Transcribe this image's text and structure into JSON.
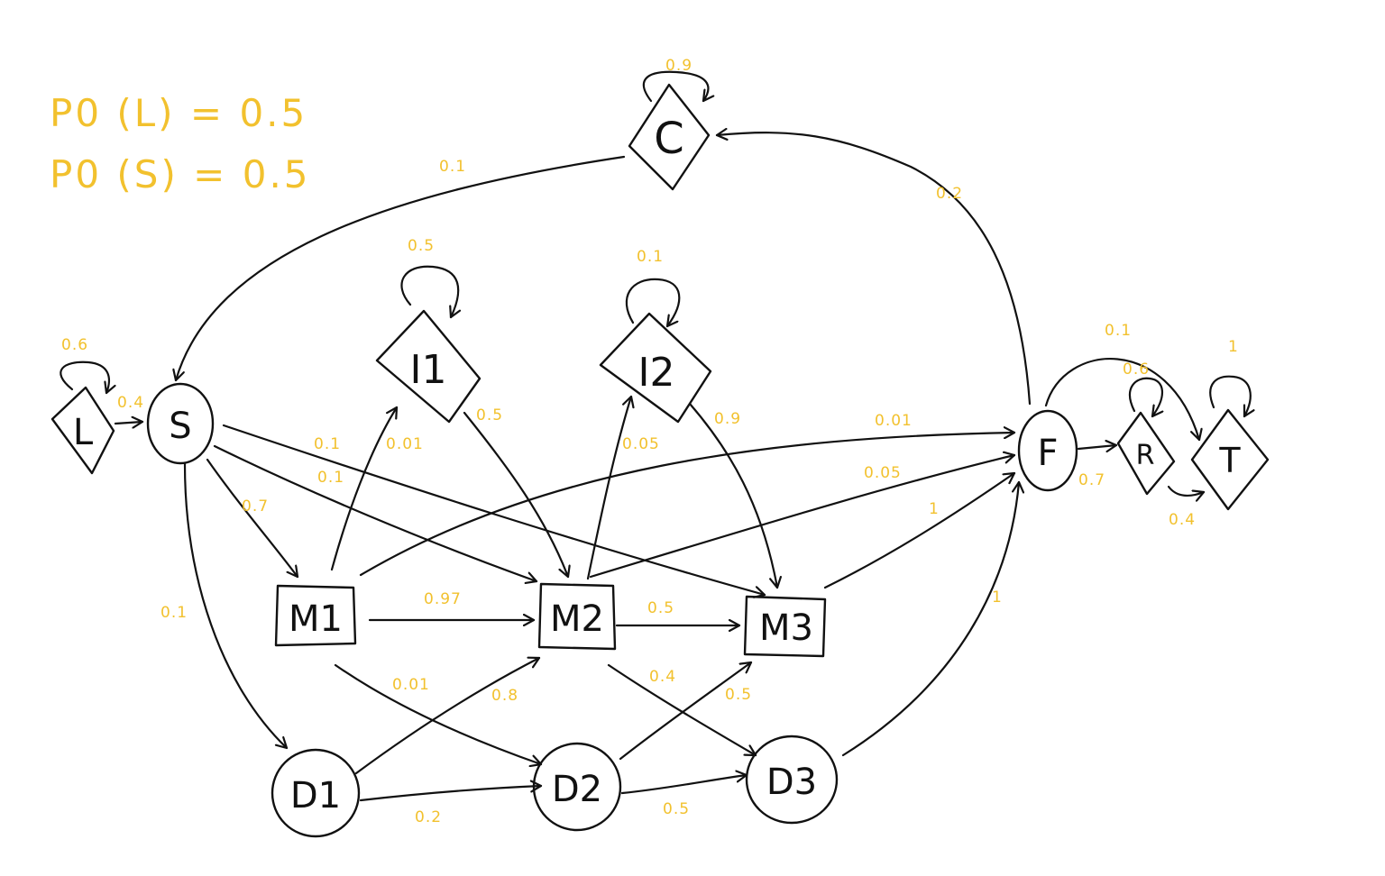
{
  "colors": {
    "ink": "#111111",
    "annotation": "#f2c12e"
  },
  "initial_probs": [
    "P0 (L) = 0.5",
    "P0 (S) = 0.5"
  ],
  "nodes": {
    "L": {
      "label": "L"
    },
    "S": {
      "label": "S"
    },
    "C": {
      "label": "C"
    },
    "I1": {
      "label": "I1"
    },
    "I2": {
      "label": "I2"
    },
    "M1": {
      "label": "M1"
    },
    "M2": {
      "label": "M2"
    },
    "M3": {
      "label": "M3"
    },
    "D1": {
      "label": "D1"
    },
    "D2": {
      "label": "D2"
    },
    "D3": {
      "label": "D3"
    },
    "F": {
      "label": "F"
    },
    "R": {
      "label": "R"
    },
    "T": {
      "label": "T"
    }
  },
  "edges": [
    {
      "id": "C-C",
      "from": "C",
      "to": "C",
      "label": "0.9"
    },
    {
      "id": "C-S",
      "from": "C",
      "to": "S",
      "label": "0.1"
    },
    {
      "id": "F-C",
      "from": "F",
      "to": "C",
      "label": "0.2"
    },
    {
      "id": "L-L",
      "from": "L",
      "to": "L",
      "label": "0.6"
    },
    {
      "id": "L-S",
      "from": "L",
      "to": "S",
      "label": "0.4"
    },
    {
      "id": "I1-I1",
      "from": "I1",
      "to": "I1",
      "label": "0.5"
    },
    {
      "id": "I2-I2",
      "from": "I2",
      "to": "I2",
      "label": "0.1"
    },
    {
      "id": "I1-M2",
      "from": "I1",
      "to": "M2",
      "label": "0.5"
    },
    {
      "id": "I2-M3",
      "from": "I2",
      "to": "M3",
      "label": "0.9"
    },
    {
      "id": "S-M2",
      "from": "S",
      "to": "M2",
      "label": "0.1"
    },
    {
      "id": "S-M3",
      "from": "S",
      "to": "M3",
      "label": "0.1"
    },
    {
      "id": "M1-I1",
      "from": "M1",
      "to": "I1",
      "label": "0.01"
    },
    {
      "id": "M2-I2",
      "from": "M2",
      "to": "I2",
      "label": "0.05"
    },
    {
      "id": "M1-F",
      "from": "M1",
      "to": "F",
      "label": "0.01"
    },
    {
      "id": "M2-F",
      "from": "M2",
      "to": "F",
      "label": "0.05"
    },
    {
      "id": "M3-F",
      "from": "M3",
      "to": "F",
      "label": "1"
    },
    {
      "id": "S-M1",
      "from": "S",
      "to": "M1",
      "label": "0.7"
    },
    {
      "id": "S-D1",
      "from": "S",
      "to": "D1",
      "label": "0.1"
    },
    {
      "id": "M1-M2",
      "from": "M1",
      "to": "M2",
      "label": "0.97"
    },
    {
      "id": "M2-M3",
      "from": "M2",
      "to": "M3",
      "label": "0.5"
    },
    {
      "id": "M1-D2",
      "from": "M1",
      "to": "D2",
      "label": "0.01"
    },
    {
      "id": "D1-M2",
      "from": "D1",
      "to": "M2",
      "label": "0.8"
    },
    {
      "id": "M2-D3",
      "from": "M2",
      "to": "D3",
      "label": "0.4"
    },
    {
      "id": "D2-M3",
      "from": "D2",
      "to": "M3",
      "label": "0.5"
    },
    {
      "id": "D1-D2",
      "from": "D1",
      "to": "D2",
      "label": "0.2"
    },
    {
      "id": "D2-D3",
      "from": "D2",
      "to": "D3",
      "label": "0.5"
    },
    {
      "id": "D3-F",
      "from": "D3",
      "to": "F",
      "label": "1"
    },
    {
      "id": "F-R",
      "from": "F",
      "to": "R",
      "label": "0.7"
    },
    {
      "id": "F-T",
      "from": "F",
      "to": "T",
      "label": "0.1"
    },
    {
      "id": "R-R",
      "from": "R",
      "to": "R",
      "label": "0.6"
    },
    {
      "id": "R-T",
      "from": "R",
      "to": "T",
      "label": "0.4"
    },
    {
      "id": "T-T",
      "from": "T",
      "to": "T",
      "label": "1"
    }
  ]
}
